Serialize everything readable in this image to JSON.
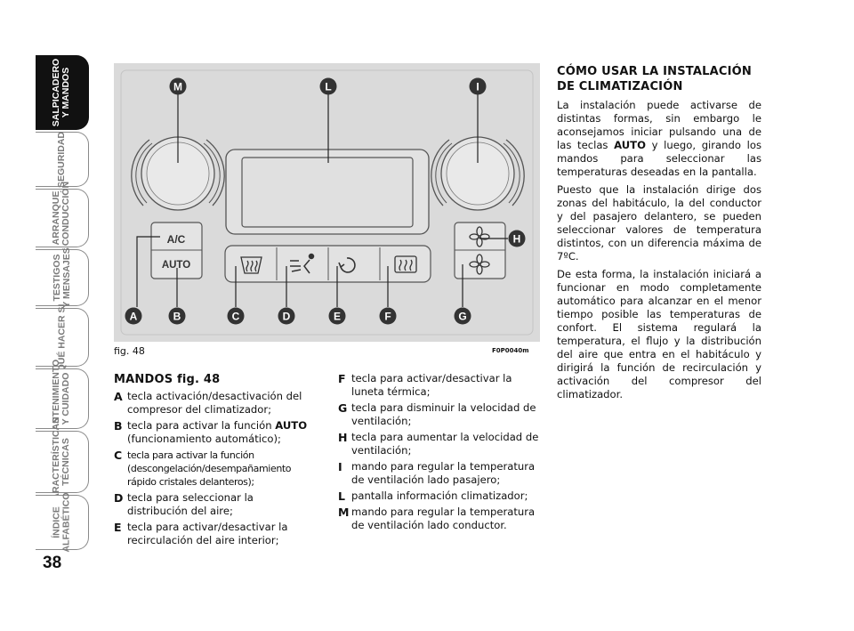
{
  "page_number": "38",
  "side_tabs": [
    {
      "label": "SALPICADERO\nY MANDOS",
      "active": true
    },
    {
      "label": "SEGURIDAD",
      "active": false
    },
    {
      "label": "ARRANQUE\nY CONDUCCIÓN",
      "active": false
    },
    {
      "label": "TESTIGOS\nY MENSAJES",
      "active": false
    },
    {
      "label": "QUÉ HACER SI",
      "active": false
    },
    {
      "label": "MANTENIMIENTO\nY CUIDADO",
      "active": false
    },
    {
      "label": "CARACTERÍSTICAS\nTÉCNICAS",
      "active": false
    },
    {
      "label": "ÍNDICE\nALFABÉTICO",
      "active": false
    }
  ],
  "figure": {
    "caption": "fig. 48",
    "code": "F0P0040m",
    "top_callouts": [
      "M",
      "L",
      "I"
    ],
    "bottom_callouts": [
      "A",
      "B",
      "C",
      "D",
      "E",
      "F",
      "G"
    ],
    "side_callout": "H",
    "button_ac": "A/C",
    "button_auto": "AUTO",
    "colors": {
      "background": "#dadada",
      "callout": "#333333",
      "callout_text": "#ffffff"
    }
  },
  "controls": {
    "heading": "MANDOS fig. 48",
    "items": [
      {
        "key": "A",
        "pre": "tecla activación/desactivación del compresor del climatizador;",
        "bold": "",
        "post": ""
      },
      {
        "key": "B",
        "pre": "tecla para activar la función ",
        "bold": "AUTO",
        "post": " (funcionamiento automático);"
      },
      {
        "key": "C",
        "pre": "tecla para activar la función (descongelación/desempañamiento rápido cristales delanteros);",
        "bold": "",
        "post": ""
      },
      {
        "key": "D",
        "pre": "tecla para seleccionar la distribución del aire;",
        "bold": "",
        "post": ""
      },
      {
        "key": "E",
        "pre": "tecla para activar/desactivar la recirculación del aire interior;",
        "bold": "",
        "post": ""
      },
      {
        "key": "F",
        "pre": "tecla para activar/desactivar la luneta térmica;",
        "bold": "",
        "post": ""
      },
      {
        "key": "G",
        "pre": "tecla para disminuir la velocidad de ventilación;",
        "bold": "",
        "post": ""
      },
      {
        "key": "H",
        "pre": "tecla para aumentar la velocidad de ventilación;",
        "bold": "",
        "post": ""
      },
      {
        "key": "I",
        "pre": "mando para regular la temperatura de ventilación lado pasajero;",
        "bold": "",
        "post": ""
      },
      {
        "key": "L",
        "pre": "pantalla información climatizador;",
        "bold": "",
        "post": ""
      },
      {
        "key": "M",
        "pre": "mando para regular la temperatura de ventilación lado conductor.",
        "bold": "",
        "post": ""
      }
    ]
  },
  "usage": {
    "heading": "CÓMO USAR LA INSTALACIÓN DE CLIMATIZACIÓN",
    "p1_pre": "La instalación puede activarse de distintas formas, sin embargo le aconsejamos iniciar pulsando una de las teclas ",
    "p1_bold": "AUTO",
    "p1_post": " y luego, girando los mandos para seleccionar las temperaturas deseadas en la pantalla.",
    "p2": "Puesto que la instalación dirige dos zonas del habitáculo, la del conductor y del pasajero delantero, se pueden seleccionar valores de temperatura distintos, con un diferencia máxima de 7ºC.",
    "p3": "De esta forma, la instalación iniciará a funcionar en modo completamente automático para alcanzar en el menor tiempo posible las temperaturas de confort. El sistema regulará la temperatura, el flujo y la distribución del aire que entra en el habitáculo y dirigirá la función de recirculación y activación del compresor del climatizador."
  }
}
